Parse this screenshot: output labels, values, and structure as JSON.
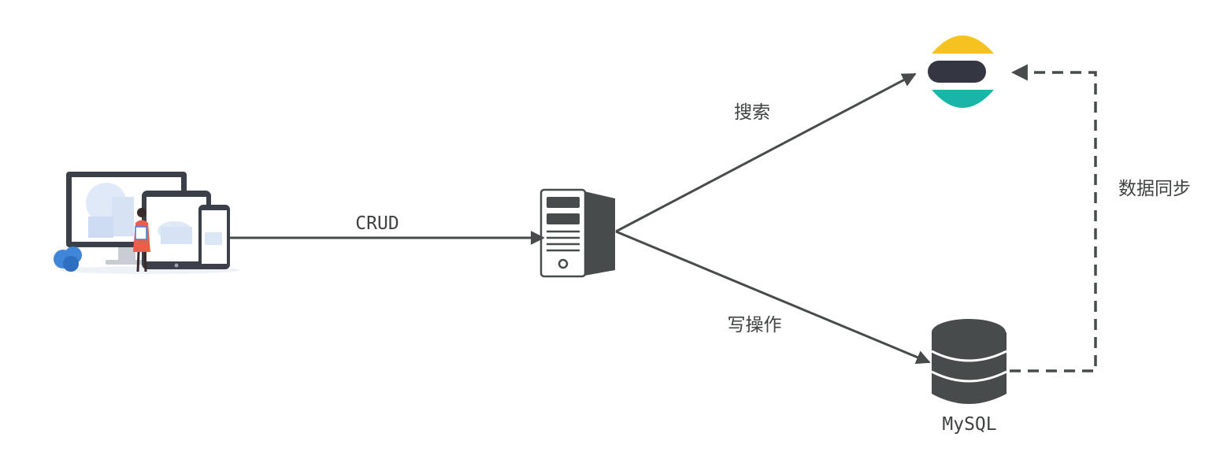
{
  "edges": {
    "crud": "CRUD",
    "search": "搜索",
    "write": "写操作",
    "sync": "数据同步"
  },
  "nodes": {
    "client": {
      "icon": "devices-illustration-icon"
    },
    "server": {
      "icon": "server-tower-icon"
    },
    "elasticsearch": {
      "icon": "elasticsearch-logo-icon",
      "colors": [
        "#f6c21f",
        "#343741",
        "#19b5a8"
      ]
    },
    "mysql": {
      "label": "MySQL",
      "icon": "database-cylinder-icon"
    }
  },
  "colors": {
    "line": "#474b4b",
    "text": "#3f4242",
    "accent_blue": "#3f86d9",
    "accent_orange": "#e8604a"
  }
}
